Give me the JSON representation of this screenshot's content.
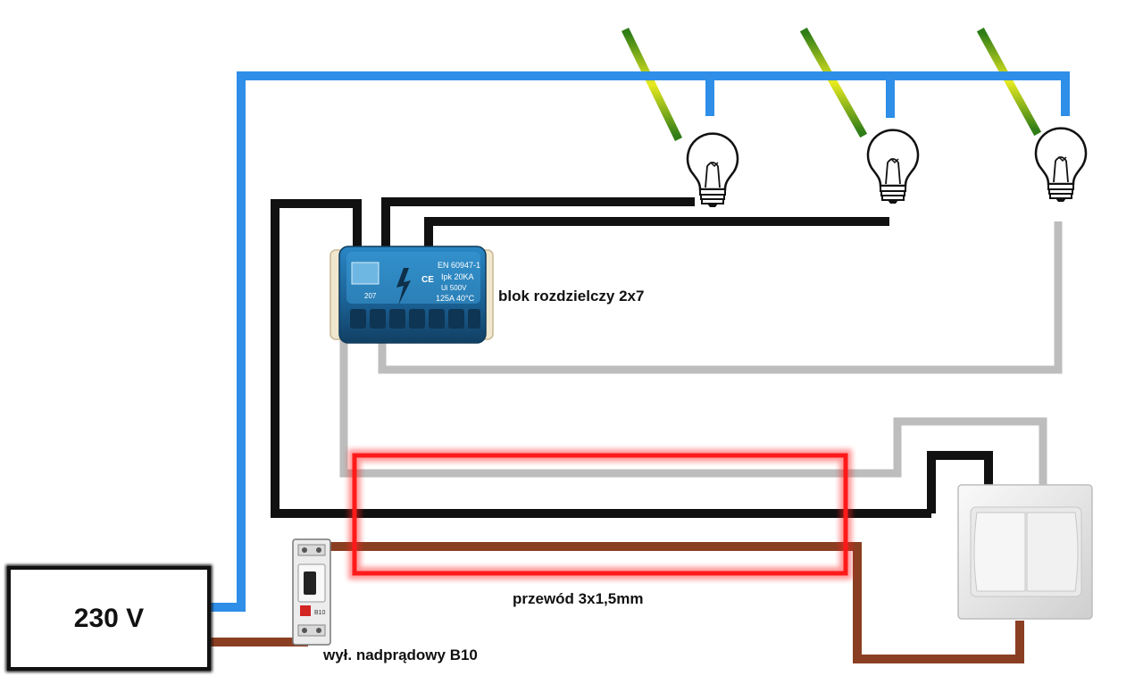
{
  "labels": {
    "voltage": "230 V",
    "distribution_block": "blok rozdzielczy 2x7",
    "cable": "przewód 3x1,5mm",
    "breaker": "wył. nadprądowy B10"
  },
  "block_marks": {
    "standard": "EN 60947-1",
    "ipk": "Ipk 20KA",
    "voltage": "Ui 500V",
    "current": "125A 40°C",
    "model": "207",
    "ce": "CE"
  },
  "breaker_marks": {
    "top": "B10"
  },
  "colors": {
    "earth_green": "#3a8a1a",
    "earth_yellow": "#e6e81e",
    "neutral": "#2e8ee8",
    "phase_black": "#111111",
    "switched_grey": "#bdbdbd",
    "phase_brown": "#8b3f22",
    "highlight": "#ff1a1a",
    "block_blue": "#1e6fa8"
  },
  "icons": [
    "light-bulb-icon",
    "double-switch-icon",
    "circuit-breaker-icon",
    "distribution-block-icon"
  ]
}
